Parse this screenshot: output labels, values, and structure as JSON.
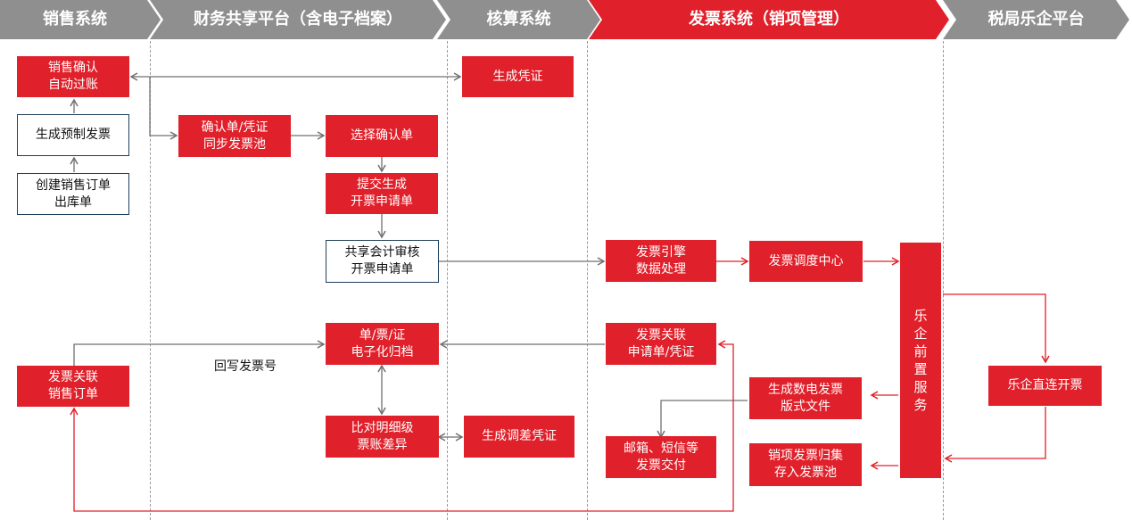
{
  "headers": {
    "sales": "销售系统",
    "finance": "财务共享平台（含电子档案）",
    "accounting": "核算系统",
    "invoice": "发票系统（销项管理）",
    "tax": "税局乐企平台"
  },
  "boxes": {
    "sales_confirm": [
      "销售确认",
      "自动过账"
    ],
    "gen_pre_invoice": "生成预制发票",
    "create_order": [
      "创建销售订单",
      "出库单"
    ],
    "invoice_link_order": [
      "发票关联",
      "销售订单"
    ],
    "sync_pool": [
      "确认单/凭证",
      "同步发票池"
    ],
    "select_confirm": "选择确认单",
    "submit_request": [
      "提交生成",
      "开票申请单"
    ],
    "shared_audit": [
      "共享会计审核",
      "开票申请单"
    ],
    "archive": [
      "单/票/证",
      "电子化归档"
    ],
    "compare": [
      "比对明细级",
      "票账差异"
    ],
    "gen_voucher": "生成凭证",
    "gen_adjust_voucher": "生成调差凭证",
    "engine": [
      "发票引擎",
      "数据处理"
    ],
    "dispatch": "发票调度中心",
    "link_request": [
      "发票关联",
      "申请单/凭证"
    ],
    "gen_layout": [
      "生成数电发票",
      "版式文件"
    ],
    "delivery": [
      "邮箱、短信等",
      "发票交付"
    ],
    "collect": [
      "销项发票归集",
      "存入发票池"
    ],
    "leqi_service": [
      "乐",
      "企",
      "前",
      "置",
      "服",
      "务"
    ],
    "direct_invoice": "乐企直连开票"
  },
  "labels": {
    "writeback": "回写发票号"
  },
  "colors": {
    "red": "#e0202a",
    "gray_header": "#8f8f8f",
    "navy_border": "#1f3f5a",
    "wire_gray": "#707070"
  }
}
